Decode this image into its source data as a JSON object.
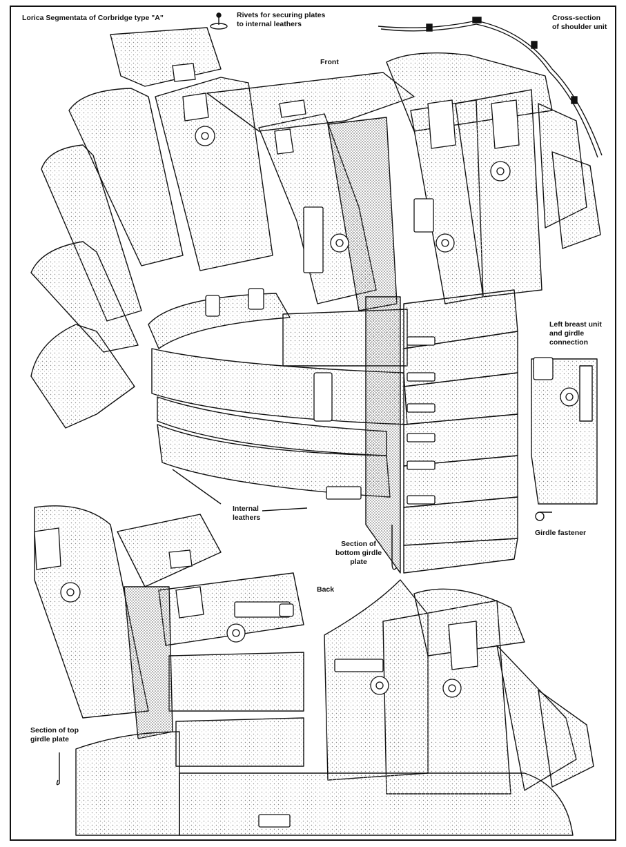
{
  "title": "Lorica Segmentata of Corbridge type \"A\"",
  "labels": {
    "rivets": "Rivets for securing plates\nto internal leathers",
    "front": "Front",
    "cross_section": "Cross-section\nof shoulder unit",
    "left_breast": "Left breast unit\nand girdle\nconnection",
    "girdle_fastener": "Girdle fastener",
    "internal_leathers": "Internal\nleathers",
    "bottom_girdle": "Section of\nbottom girdle\nplate",
    "back": "Back",
    "top_girdle": "Section of top\ngirdle plate"
  },
  "colors": {
    "ink": "#111111",
    "paper": "#ffffff",
    "stipple": "#9a9a9a"
  }
}
